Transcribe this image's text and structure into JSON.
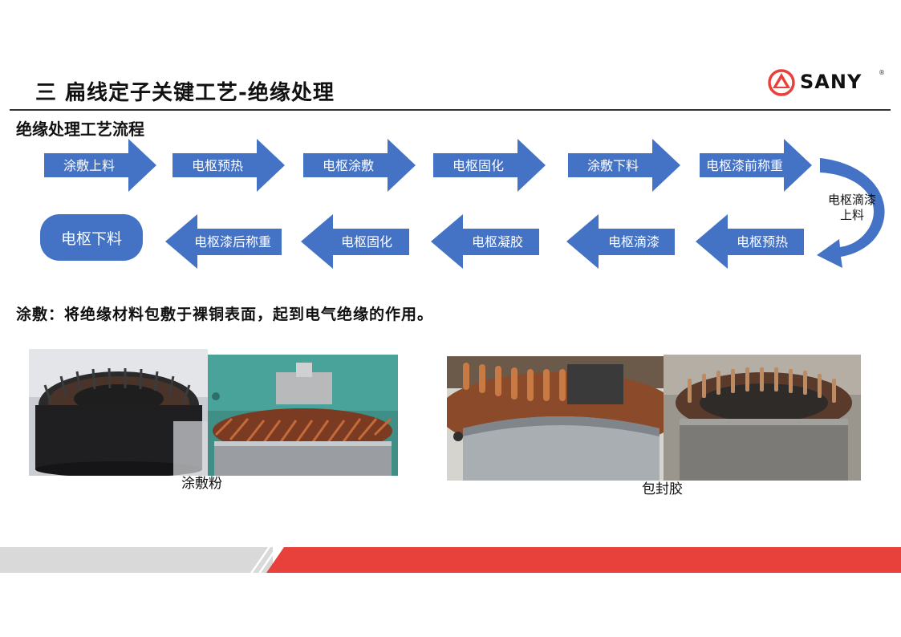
{
  "header": {
    "title": "三 扁线定子关键工艺-绝缘处理",
    "logo_text": "SANY",
    "logo_mark": "®"
  },
  "section": {
    "subtitle": "绝缘处理工艺流程"
  },
  "flow": {
    "row1": [
      "涂敷上料",
      "电枢预热",
      "电枢涂敷",
      "电枢固化",
      "涂敷下料",
      "电枢漆前称重"
    ],
    "turn": "电枢滴漆上料",
    "row2": [
      "电枢预热",
      "电枢滴漆",
      "电枢凝胶",
      "电枢固化",
      "电枢漆后称重"
    ],
    "end": "电枢下料"
  },
  "description": "涂敷：将绝缘材料包敷于裸铜表面，起到电气绝缘的作用。",
  "figures": {
    "left_caption": "涂敷粉",
    "right_caption": "包封胶"
  },
  "colors": {
    "arrow_blue": "#4472c4",
    "brand_red": "#e8403a",
    "band_gray": "#d9d9d9"
  }
}
